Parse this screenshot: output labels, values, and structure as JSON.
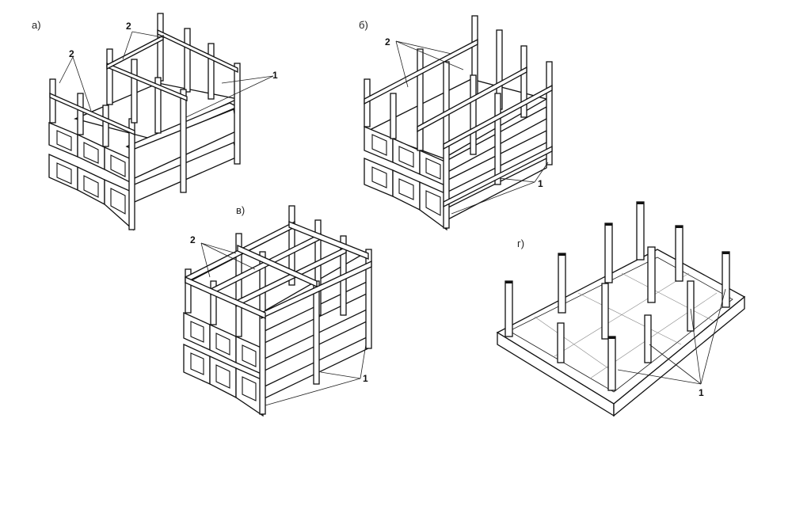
{
  "figures": [
    {
      "id": "a",
      "label": "а)",
      "callouts": [
        "2",
        "2",
        "1"
      ]
    },
    {
      "id": "b",
      "label": "б)",
      "callouts": [
        "2",
        "1"
      ]
    },
    {
      "id": "v",
      "label": "в)",
      "callouts": [
        "2",
        "1"
      ]
    },
    {
      "id": "g",
      "label": "г)",
      "callouts": [
        "1"
      ]
    }
  ],
  "colors": {
    "ink": "#111111",
    "paper": "#ffffff"
  }
}
